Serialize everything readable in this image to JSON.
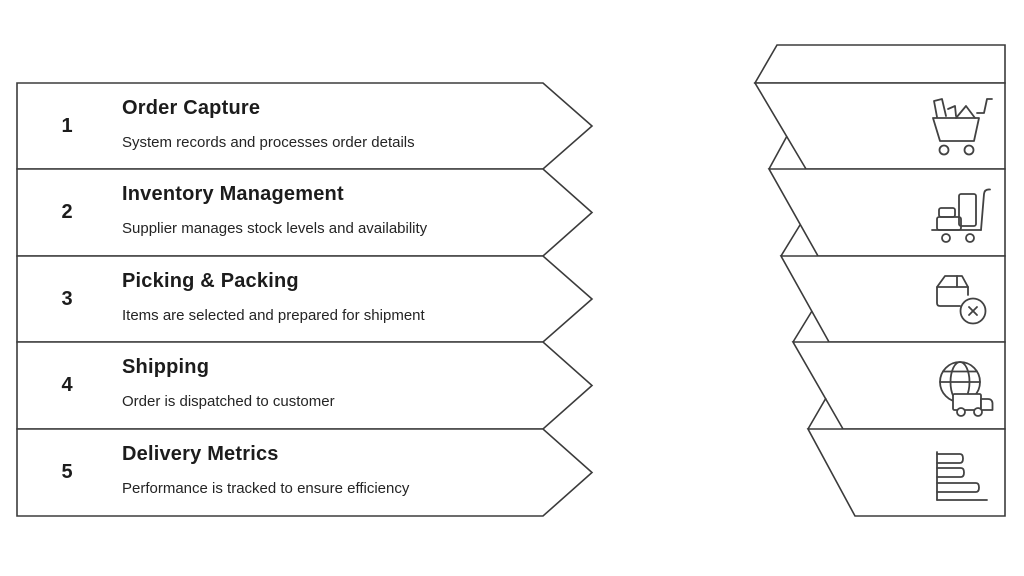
{
  "diagram": {
    "steps": [
      {
        "number": "1",
        "title": "Order Capture",
        "description": "System records and processes order details",
        "icon": "shopping-cart-icon"
      },
      {
        "number": "2",
        "title": "Inventory Management",
        "description": "Supplier manages stock levels and availability",
        "icon": "hand-truck-icon"
      },
      {
        "number": "3",
        "title": "Picking & Packing",
        "description": "Items are selected and prepared for shipment",
        "icon": "package-cancel-icon"
      },
      {
        "number": "4",
        "title": "Shipping",
        "description": "Order is dispatched to customer",
        "icon": "globe-truck-icon"
      },
      {
        "number": "5",
        "title": "Delivery Metrics",
        "description": "Performance is tracked to ensure efficiency",
        "icon": "bar-chart-icon"
      }
    ],
    "colors": {
      "outline": "#3b3b3b",
      "icon_stroke": "#424242",
      "text": "#1c1c1c",
      "background": "#ffffff"
    }
  }
}
